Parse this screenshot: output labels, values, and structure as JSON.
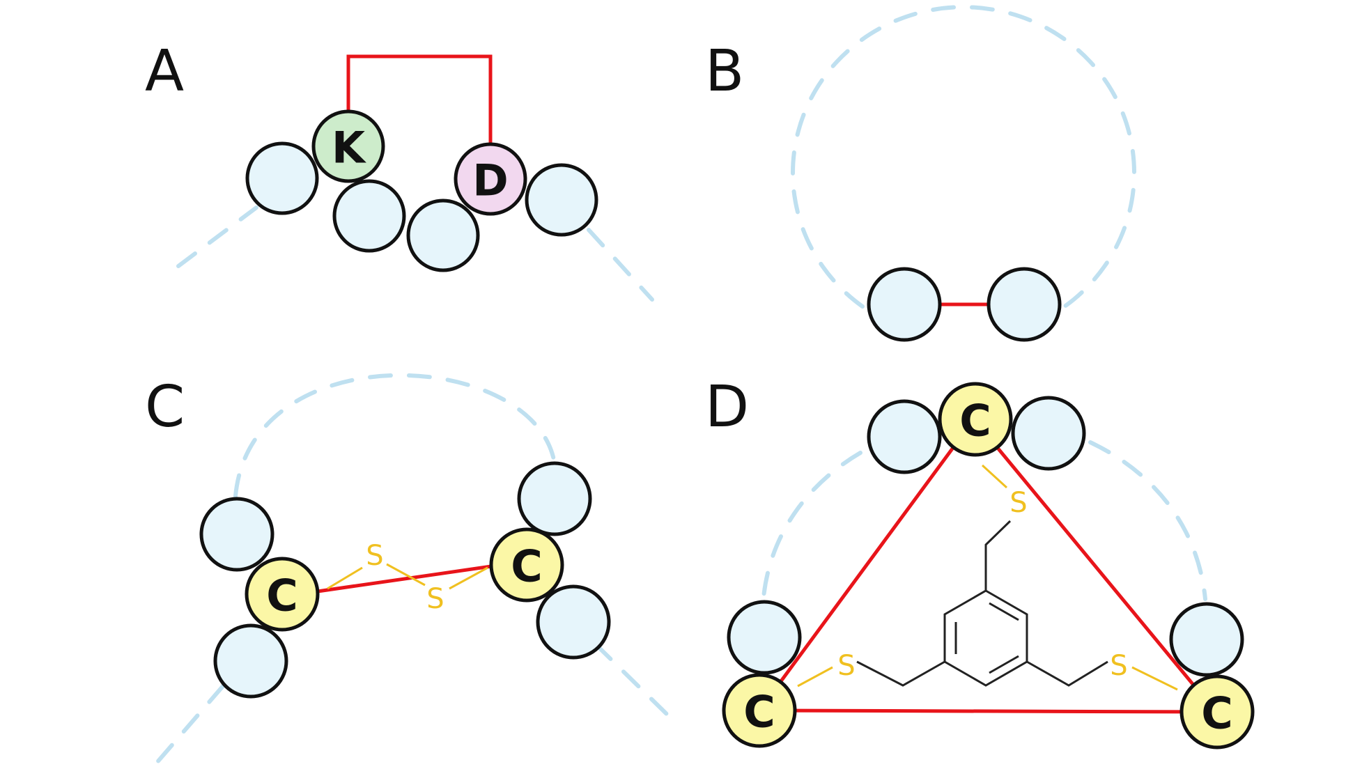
{
  "panels": [
    {
      "id": "A",
      "label": "A"
    },
    {
      "id": "B",
      "label": "B"
    },
    {
      "id": "C",
      "label": "C"
    },
    {
      "id": "D",
      "label": "D"
    }
  ],
  "residues": {
    "lysine": "K",
    "aspartate": "D",
    "cysteine": "C"
  },
  "atoms": {
    "sulfur": "S"
  },
  "colors": {
    "bead_fill": "#e6f5fb",
    "lysine_fill": "#cdeccb",
    "aspartate_fill": "#f2d8ef",
    "cysteine_fill": "#fbf7a6",
    "crosslink": "#e8141a",
    "backbone": "#bfe0f0",
    "sulfur": "#f0c020",
    "bead_stroke": "#111111"
  }
}
